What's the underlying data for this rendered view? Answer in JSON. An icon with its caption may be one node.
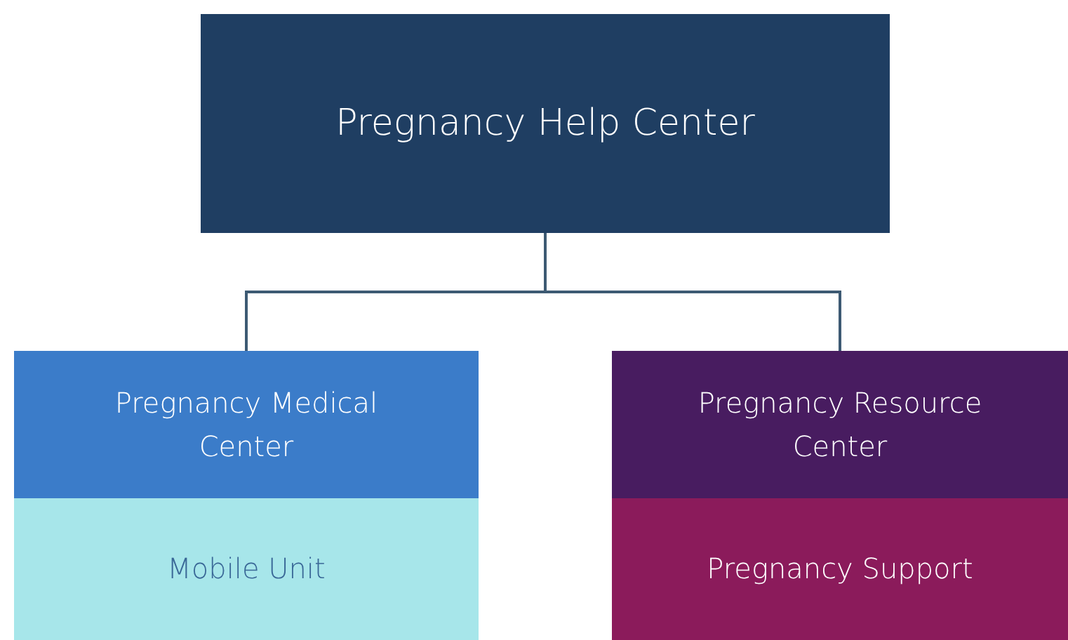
{
  "diagram": {
    "nodes": [
      {
        "text": [
          "Pregnancy Help Center"
        ]
      },
      {
        "text": [
          "Pregnancy Medical Center"
        ]
      },
      {
        "text": [
          "Mobile Unit"
        ]
      },
      {
        "text": [
          "Pregnancy Resource Center"
        ]
      },
      {
        "text": [
          "Pregnancy Support"
        ]
      }
    ],
    "edges": [
      {
        "from": 0,
        "to": 1,
        "arrow": "none"
      },
      {
        "from": 0,
        "to": 3,
        "arrow": "none"
      }
    ]
  }
}
